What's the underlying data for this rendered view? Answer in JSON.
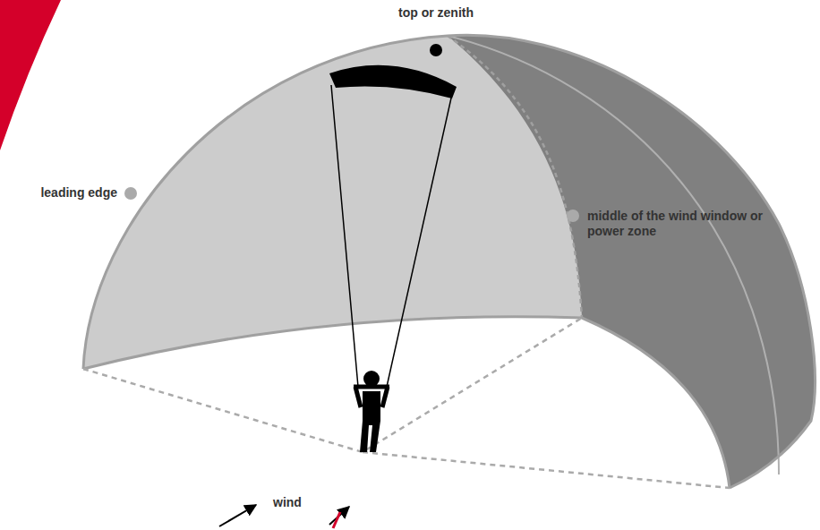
{
  "diagram": {
    "labels": [
      "top or zenith",
      "leading edge",
      "middle of the wind window or power zone",
      "wind"
    ]
  }
}
